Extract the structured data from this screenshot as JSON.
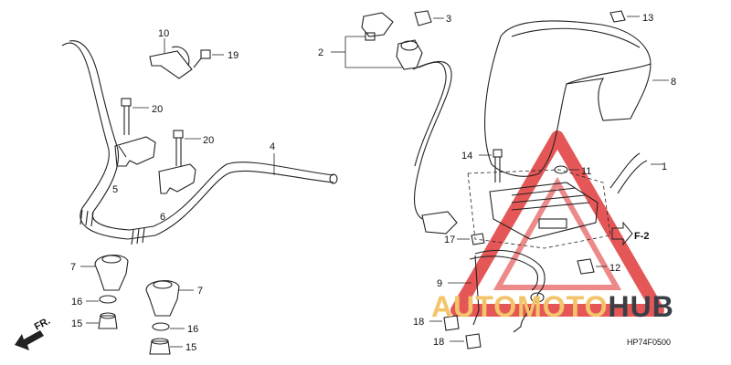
{
  "diagram": {
    "part_numbers": [
      "1",
      "2",
      "3",
      "4",
      "5",
      "6",
      "7",
      "8",
      "9",
      "10",
      "11",
      "12",
      "13",
      "14",
      "15",
      "16",
      "17",
      "18",
      "19",
      "20"
    ],
    "labels": {
      "p1": "1",
      "p2": "2",
      "p3": "3",
      "p4": "4",
      "p5": "5",
      "p6": "6",
      "p7a": "7",
      "p7b": "7",
      "p8": "8",
      "p9": "9",
      "p10": "10",
      "p11": "11",
      "p12": "12",
      "p13": "13",
      "p14": "14",
      "p15a": "15",
      "p15b": "15",
      "p16a": "16",
      "p16b": "16",
      "p17": "17",
      "p18a": "18",
      "p18b": "18",
      "p19": "19",
      "p20a": "20",
      "p20b": "20"
    },
    "direction_label": "FR.",
    "reference_label": "F-2",
    "diagram_code": "HP74F0500"
  },
  "watermark": {
    "auto": "AUTO",
    "moto": "MOTO",
    "hub": "HUB",
    "triangle_color": "#e03a3a",
    "accent_color": "#f3c46a",
    "dark_color": "#3a3f47"
  }
}
